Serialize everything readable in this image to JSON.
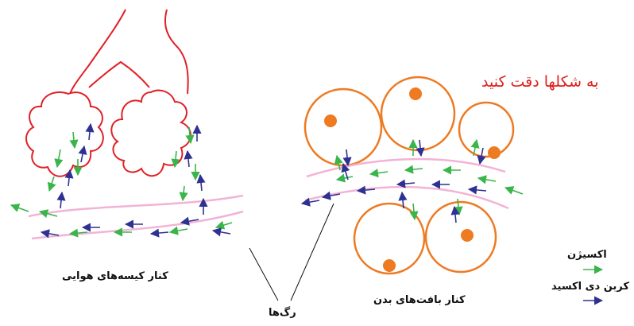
{
  "instruction": "به شکلها دقت کنید",
  "labels": {
    "alveoli": "کنار کیسه‌های هوایی",
    "tissues": "کنار بافت‌های بدن",
    "vessels": "رگ‌ها"
  },
  "legend": {
    "oxygen": "اکسیژن",
    "carbon_dioxide": "کربن دی اکسید"
  },
  "colors": {
    "alveoli_outline": "#e02027",
    "vessel": "#f2b3d6",
    "cell": "#ee7a22",
    "oxygen_arrow": "#39b54a",
    "co2_arrow": "#2e3192",
    "instruction_text": "#e0201e"
  }
}
